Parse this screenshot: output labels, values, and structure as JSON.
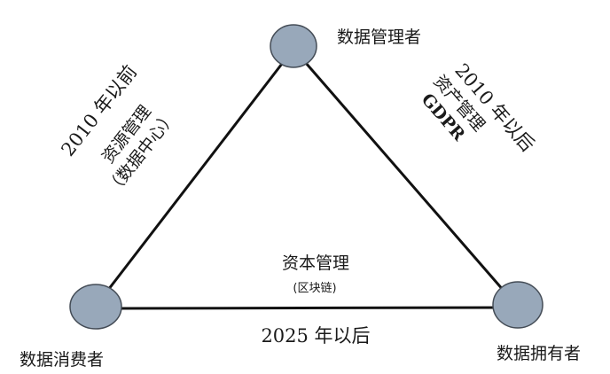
{
  "colors": {
    "node_fill": "#98a8ba",
    "node_stroke": "#444c56",
    "edge": "#111111"
  },
  "nodes": {
    "manager": "数据管理者",
    "consumer": "数据消费者",
    "owner": "数据拥有者"
  },
  "left_edge": {
    "era": "2010 年以前",
    "line1": "资源管理",
    "line2": "（数据中心）"
  },
  "right_edge": {
    "era": "2010 年以后",
    "line1": "资产管理",
    "line2": "GDPR"
  },
  "bottom_edge": {
    "era": "2025 年以后",
    "line1": "资本管理",
    "line2": "(区块链)"
  }
}
